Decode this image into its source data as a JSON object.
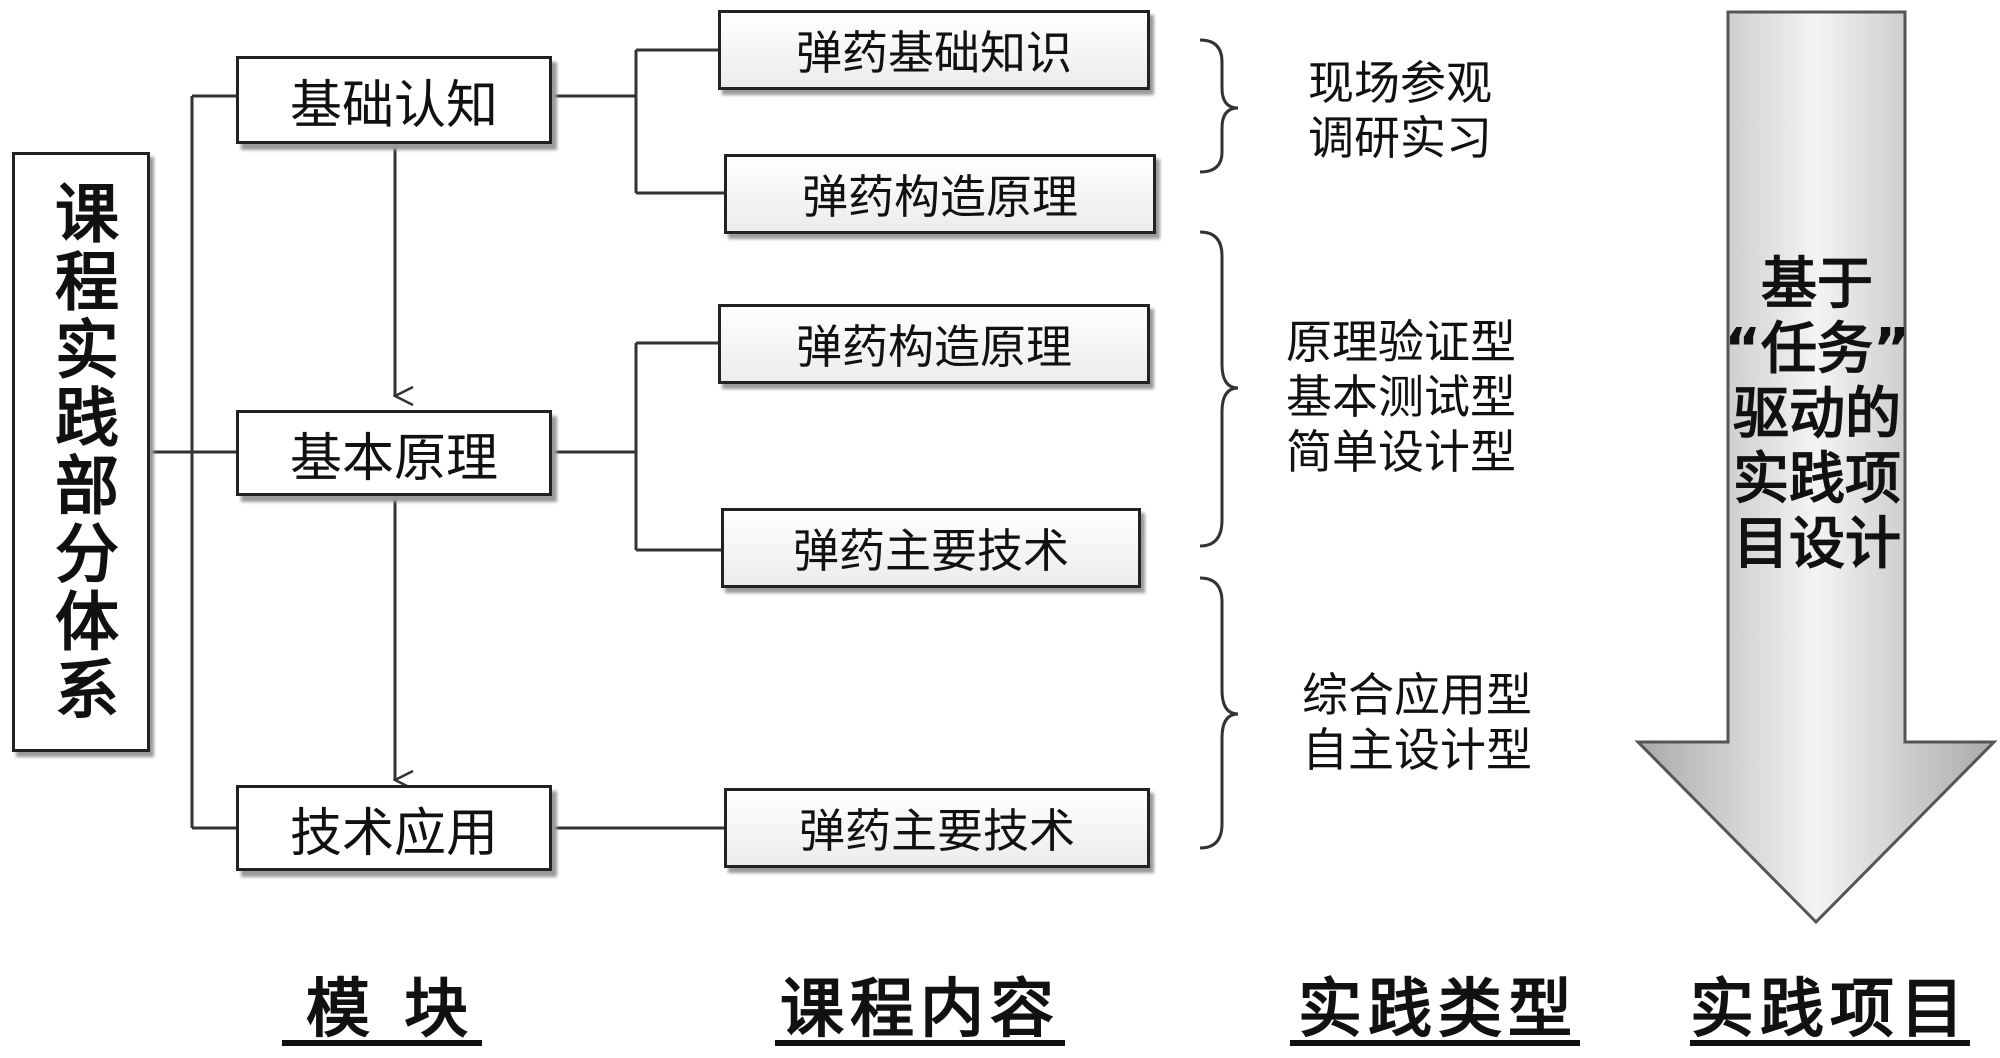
{
  "system_title": "课程实践部分体系",
  "modules": {
    "m1": "基础认知",
    "m2": "基本原理",
    "m3": "技术应用"
  },
  "contents": {
    "c1": "弹药基础知识",
    "c2": "弹药构造原理",
    "c3": "弹药构造原理",
    "c4": "弹药主要技术",
    "c5": "弹药主要技术"
  },
  "practice_types": {
    "group1": [
      "现场参观",
      "调研实习"
    ],
    "group2": [
      "原理验证型",
      "基本测试型",
      "简单设计型"
    ],
    "group3": [
      "综合应用型",
      "自主设计型"
    ]
  },
  "arrow_text": [
    "基于",
    "“任务”",
    "驱动的",
    "实践项",
    "目设计"
  ],
  "footer": {
    "col1": "模 块",
    "col2": "课程内容",
    "col3": "实践类型",
    "col4": "实践项目"
  },
  "colors": {
    "line": "#333333",
    "box_border": "#222222",
    "shadow": "#9a9a9a",
    "arrow_light": "#f4f4f4",
    "arrow_dark": "#a9a9a9"
  }
}
